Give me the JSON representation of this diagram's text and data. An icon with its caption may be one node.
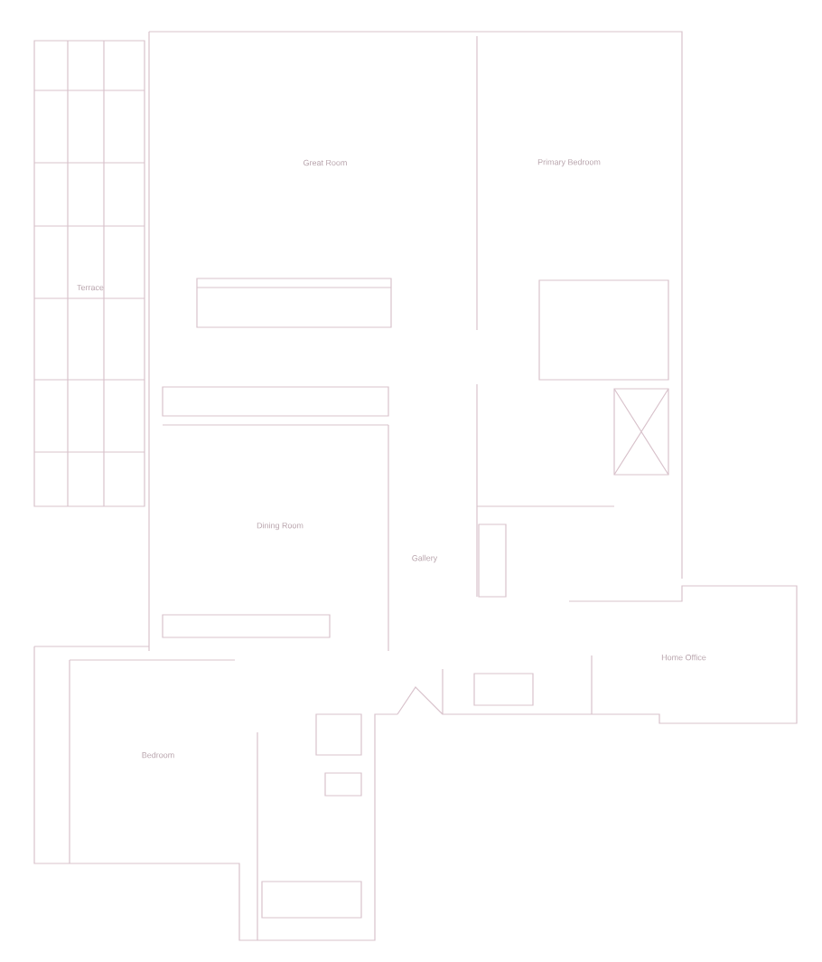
{
  "diagram": {
    "nodes": [
      {
        "text": [
          "Great Room"
        ]
      },
      {
        "text": [
          "Primary Bedroom"
        ]
      },
      {
        "text": [
          "Terrace"
        ]
      },
      {
        "text": [
          "Dining Room"
        ]
      },
      {
        "text": [
          "Gallery"
        ]
      },
      {
        "text": [
          "Home Office"
        ]
      },
      {
        "text": [
          "Bedroom"
        ]
      }
    ]
  }
}
